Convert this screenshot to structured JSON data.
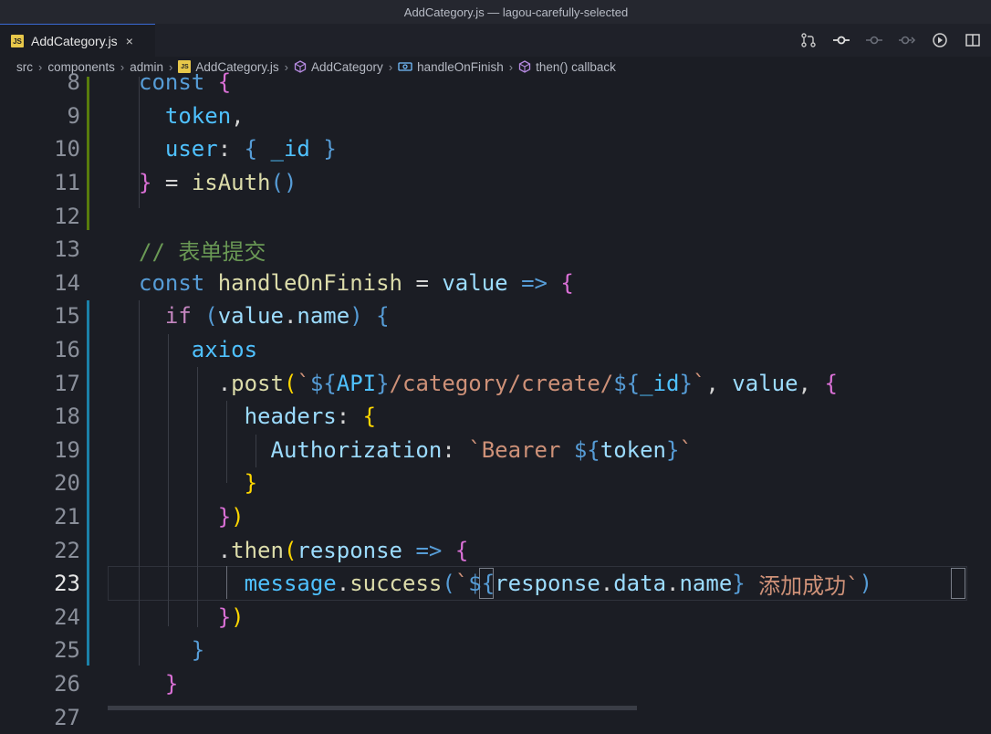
{
  "window": {
    "title": "AddCategory.js — lagou-carefully-selected"
  },
  "tab": {
    "label": "AddCategory.js",
    "close": "×",
    "badge": "JS"
  },
  "actions": [
    "source-control-icon",
    "git-commit-icon",
    "previous-change-icon",
    "next-change-icon",
    "run-icon",
    "split-editor-icon"
  ],
  "breadcrumb": {
    "items": [
      "src",
      "components",
      "admin",
      "AddCategory.js",
      "AddCategory",
      "handleOnFinish",
      "then() callback"
    ]
  },
  "editor": {
    "active_line": "23",
    "lines": [
      {
        "n": "8",
        "tokens": [
          [
            "kw",
            "const "
          ],
          [
            "br1",
            "{"
          ]
        ]
      },
      {
        "n": "9",
        "tokens": [
          [
            "var",
            "  token"
          ],
          [
            "op",
            ","
          ]
        ]
      },
      {
        "n": "10",
        "tokens": [
          [
            "var",
            "  user"
          ],
          [
            "op",
            ": "
          ],
          [
            "br2",
            "{ "
          ],
          [
            "var",
            "_id "
          ],
          [
            "br2",
            "}"
          ]
        ]
      },
      {
        "n": "11",
        "tokens": [
          [
            "br1",
            "} "
          ],
          [
            "op",
            "= "
          ],
          [
            "fn",
            "isAuth"
          ],
          [
            "br2",
            "()"
          ]
        ]
      },
      {
        "n": "12",
        "tokens": []
      },
      {
        "n": "13",
        "tokens": [
          [
            "cmt",
            "// 表单提交"
          ]
        ]
      },
      {
        "n": "14",
        "tokens": [
          [
            "kw",
            "const "
          ],
          [
            "fn",
            "handleOnFinish "
          ],
          [
            "op",
            "= "
          ],
          [
            "prop",
            "value "
          ],
          [
            "kw",
            "=> "
          ],
          [
            "br1",
            "{"
          ]
        ]
      },
      {
        "n": "15",
        "tokens": [
          [
            "ctrl",
            "  if "
          ],
          [
            "br2",
            "("
          ],
          [
            "prop",
            "value"
          ],
          [
            "op",
            "."
          ],
          [
            "prop",
            "name"
          ],
          [
            "br2",
            ") "
          ],
          [
            "br2",
            "{"
          ]
        ]
      },
      {
        "n": "16",
        "tokens": [
          [
            "var",
            "    axios"
          ]
        ]
      },
      {
        "n": "17",
        "tokens": [
          [
            "op",
            "      ."
          ],
          [
            "fn",
            "post"
          ],
          [
            "br3",
            "("
          ],
          [
            "str",
            "`"
          ],
          [
            "tpl",
            "${"
          ],
          [
            "var",
            "API"
          ],
          [
            "tpl",
            "}"
          ],
          [
            "str",
            "/category/create/"
          ],
          [
            "tpl",
            "${"
          ],
          [
            "var",
            "_id"
          ],
          [
            "tpl",
            "}"
          ],
          [
            "str",
            "`"
          ],
          [
            "op",
            ", "
          ],
          [
            "prop",
            "value"
          ],
          [
            "op",
            ", "
          ],
          [
            "br1",
            "{"
          ]
        ]
      },
      {
        "n": "18",
        "tokens": [
          [
            "prop",
            "        headers"
          ],
          [
            "op",
            ": "
          ],
          [
            "br3",
            "{"
          ]
        ]
      },
      {
        "n": "19",
        "tokens": [
          [
            "prop",
            "          Authorization"
          ],
          [
            "op",
            ": "
          ],
          [
            "str",
            "`Bearer "
          ],
          [
            "tpl",
            "${"
          ],
          [
            "prop",
            "token"
          ],
          [
            "tpl",
            "}"
          ],
          [
            "str",
            "`"
          ]
        ]
      },
      {
        "n": "20",
        "tokens": [
          [
            "br3",
            "        }"
          ]
        ]
      },
      {
        "n": "21",
        "tokens": [
          [
            "br1",
            "      }"
          ],
          [
            "br3",
            ")"
          ]
        ]
      },
      {
        "n": "22",
        "tokens": [
          [
            "op",
            "      ."
          ],
          [
            "fn",
            "then"
          ],
          [
            "br3",
            "("
          ],
          [
            "prop",
            "response "
          ],
          [
            "kw",
            "=> "
          ],
          [
            "br1",
            "{"
          ]
        ]
      },
      {
        "n": "23",
        "tokens": [
          [
            "var",
            "        message"
          ],
          [
            "op",
            "."
          ],
          [
            "fn",
            "success"
          ],
          [
            "br2",
            "("
          ],
          [
            "str",
            "`"
          ],
          [
            "tpl",
            "${"
          ],
          [
            "prop",
            "response"
          ],
          [
            "op",
            "."
          ],
          [
            "prop",
            "data"
          ],
          [
            "op",
            "."
          ],
          [
            "prop",
            "name"
          ],
          [
            "tpl",
            "}"
          ],
          [
            "str",
            " 添加成功`"
          ],
          [
            "br2",
            ")"
          ]
        ]
      },
      {
        "n": "24",
        "tokens": [
          [
            "br1",
            "      }"
          ],
          [
            "br3",
            ")"
          ]
        ]
      },
      {
        "n": "25",
        "tokens": [
          [
            "br2",
            "    }"
          ]
        ]
      },
      {
        "n": "26",
        "tokens": [
          [
            "br1",
            "  }"
          ]
        ]
      },
      {
        "n": "27",
        "tokens": []
      }
    ]
  }
}
